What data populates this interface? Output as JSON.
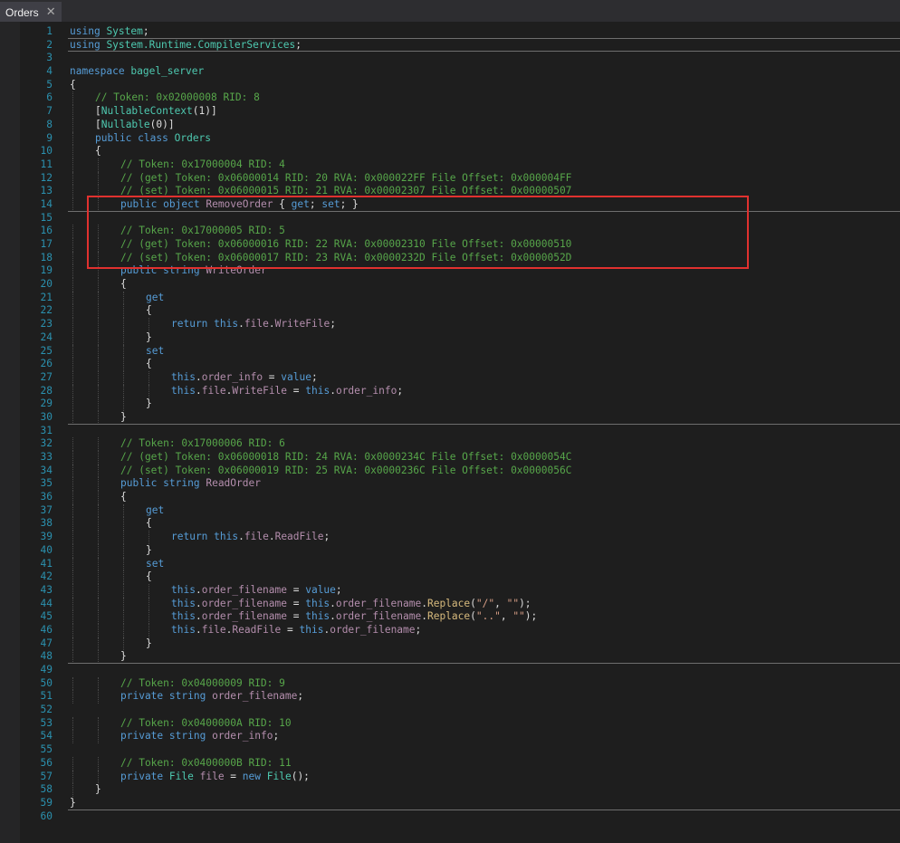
{
  "tab": {
    "title": "Orders",
    "close_glyph": "✕"
  },
  "colors": {
    "background": "#1e1e1e",
    "line_number": "#2b91af",
    "keyword": "#569cd6",
    "comment": "#57a64a",
    "type": "#4ec9b0",
    "member": "#c8a0dc",
    "string": "#d69d85",
    "highlight_box": "#e0312f"
  },
  "highlight": {
    "from_line": 14,
    "to_line": 18
  },
  "separators_after_lines": [
    1,
    2,
    14,
    30,
    48,
    59
  ],
  "lines": [
    {
      "n": "1",
      "indent": 0,
      "tokens": [
        [
          "kw",
          "using"
        ],
        [
          "pl",
          " "
        ],
        [
          "ty",
          "System"
        ],
        [
          "pl",
          ";"
        ]
      ]
    },
    {
      "n": "2",
      "indent": 0,
      "tokens": [
        [
          "kw",
          "using"
        ],
        [
          "pl",
          " "
        ],
        [
          "ty",
          "System.Runtime.CompilerServices"
        ],
        [
          "pl",
          ";"
        ]
      ]
    },
    {
      "n": "3",
      "indent": 0,
      "tokens": []
    },
    {
      "n": "4",
      "indent": 0,
      "tokens": [
        [
          "kw",
          "namespace"
        ],
        [
          "pl",
          " "
        ],
        [
          "ty",
          "bagel_server"
        ]
      ]
    },
    {
      "n": "5",
      "indent": 0,
      "tokens": [
        [
          "pl",
          "{"
        ]
      ]
    },
    {
      "n": "6",
      "indent": 1,
      "tokens": [
        [
          "cm",
          "// Token: 0x02000008 RID: 8"
        ]
      ]
    },
    {
      "n": "7",
      "indent": 1,
      "tokens": [
        [
          "pl",
          "["
        ],
        [
          "ty",
          "NullableContext"
        ],
        [
          "pl",
          "(1)]"
        ]
      ]
    },
    {
      "n": "8",
      "indent": 1,
      "tokens": [
        [
          "pl",
          "["
        ],
        [
          "ty",
          "Nullable"
        ],
        [
          "pl",
          "(0)]"
        ]
      ]
    },
    {
      "n": "9",
      "indent": 1,
      "tokens": [
        [
          "kw",
          "public"
        ],
        [
          "pl",
          " "
        ],
        [
          "kw",
          "class"
        ],
        [
          "pl",
          " "
        ],
        [
          "ty",
          "Orders"
        ]
      ]
    },
    {
      "n": "10",
      "indent": 1,
      "tokens": [
        [
          "pl",
          "{"
        ]
      ]
    },
    {
      "n": "11",
      "indent": 2,
      "tokens": [
        [
          "cm",
          "// Token: 0x17000004 RID: 4"
        ]
      ]
    },
    {
      "n": "12",
      "indent": 2,
      "tokens": [
        [
          "cm",
          "// (get) Token: 0x06000014 RID: 20 RVA: 0x000022FF File Offset: 0x000004FF"
        ]
      ]
    },
    {
      "n": "13",
      "indent": 2,
      "tokens": [
        [
          "cm",
          "// (set) Token: 0x06000015 RID: 21 RVA: 0x00002307 File Offset: 0x00000507"
        ]
      ]
    },
    {
      "n": "14",
      "indent": 2,
      "tokens": [
        [
          "kw",
          "public"
        ],
        [
          "pl",
          " "
        ],
        [
          "kw",
          "object"
        ],
        [
          "pl",
          " "
        ],
        [
          "me",
          "RemoveOrder"
        ],
        [
          "pl",
          " { "
        ],
        [
          "kw",
          "get"
        ],
        [
          "pl",
          "; "
        ],
        [
          "kw",
          "set"
        ],
        [
          "pl",
          "; }"
        ]
      ]
    },
    {
      "n": "15",
      "indent": 0,
      "tokens": []
    },
    {
      "n": "16",
      "indent": 2,
      "tokens": [
        [
          "cm",
          "// Token: 0x17000005 RID: 5"
        ]
      ]
    },
    {
      "n": "17",
      "indent": 2,
      "tokens": [
        [
          "cm",
          "// (get) Token: 0x06000016 RID: 22 RVA: 0x00002310 File Offset: 0x00000510"
        ]
      ]
    },
    {
      "n": "18",
      "indent": 2,
      "tokens": [
        [
          "cm",
          "// (set) Token: 0x06000017 RID: 23 RVA: 0x0000232D File Offset: 0x0000052D"
        ]
      ]
    },
    {
      "n": "19",
      "indent": 2,
      "tokens": [
        [
          "kw",
          "public"
        ],
        [
          "pl",
          " "
        ],
        [
          "kw",
          "string"
        ],
        [
          "pl",
          " "
        ],
        [
          "me",
          "WriteOrder"
        ]
      ]
    },
    {
      "n": "20",
      "indent": 2,
      "tokens": [
        [
          "pl",
          "{"
        ]
      ]
    },
    {
      "n": "21",
      "indent": 3,
      "tokens": [
        [
          "kw",
          "get"
        ]
      ]
    },
    {
      "n": "22",
      "indent": 3,
      "tokens": [
        [
          "pl",
          "{"
        ]
      ]
    },
    {
      "n": "23",
      "indent": 4,
      "tokens": [
        [
          "kw",
          "return"
        ],
        [
          "pl",
          " "
        ],
        [
          "kw",
          "this"
        ],
        [
          "pl",
          "."
        ],
        [
          "me",
          "file"
        ],
        [
          "pl",
          "."
        ],
        [
          "me",
          "WriteFile"
        ],
        [
          "pl",
          ";"
        ]
      ]
    },
    {
      "n": "24",
      "indent": 3,
      "tokens": [
        [
          "pl",
          "}"
        ]
      ]
    },
    {
      "n": "25",
      "indent": 3,
      "tokens": [
        [
          "kw",
          "set"
        ]
      ]
    },
    {
      "n": "26",
      "indent": 3,
      "tokens": [
        [
          "pl",
          "{"
        ]
      ]
    },
    {
      "n": "27",
      "indent": 4,
      "tokens": [
        [
          "kw",
          "this"
        ],
        [
          "pl",
          "."
        ],
        [
          "me",
          "order_info"
        ],
        [
          "pl",
          " = "
        ],
        [
          "kw",
          "value"
        ],
        [
          "pl",
          ";"
        ]
      ]
    },
    {
      "n": "28",
      "indent": 4,
      "tokens": [
        [
          "kw",
          "this"
        ],
        [
          "pl",
          "."
        ],
        [
          "me",
          "file"
        ],
        [
          "pl",
          "."
        ],
        [
          "me",
          "WriteFile"
        ],
        [
          "pl",
          " = "
        ],
        [
          "kw",
          "this"
        ],
        [
          "pl",
          "."
        ],
        [
          "me",
          "order_info"
        ],
        [
          "pl",
          ";"
        ]
      ]
    },
    {
      "n": "29",
      "indent": 3,
      "tokens": [
        [
          "pl",
          "}"
        ]
      ]
    },
    {
      "n": "30",
      "indent": 2,
      "tokens": [
        [
          "pl",
          "}"
        ]
      ]
    },
    {
      "n": "31",
      "indent": 0,
      "tokens": []
    },
    {
      "n": "32",
      "indent": 2,
      "tokens": [
        [
          "cm",
          "// Token: 0x17000006 RID: 6"
        ]
      ]
    },
    {
      "n": "33",
      "indent": 2,
      "tokens": [
        [
          "cm",
          "// (get) Token: 0x06000018 RID: 24 RVA: 0x0000234C File Offset: 0x0000054C"
        ]
      ]
    },
    {
      "n": "34",
      "indent": 2,
      "tokens": [
        [
          "cm",
          "// (set) Token: 0x06000019 RID: 25 RVA: 0x0000236C File Offset: 0x0000056C"
        ]
      ]
    },
    {
      "n": "35",
      "indent": 2,
      "tokens": [
        [
          "kw",
          "public"
        ],
        [
          "pl",
          " "
        ],
        [
          "kw",
          "string"
        ],
        [
          "pl",
          " "
        ],
        [
          "me",
          "ReadOrder"
        ]
      ]
    },
    {
      "n": "36",
      "indent": 2,
      "tokens": [
        [
          "pl",
          "{"
        ]
      ]
    },
    {
      "n": "37",
      "indent": 3,
      "tokens": [
        [
          "kw",
          "get"
        ]
      ]
    },
    {
      "n": "38",
      "indent": 3,
      "tokens": [
        [
          "pl",
          "{"
        ]
      ]
    },
    {
      "n": "39",
      "indent": 4,
      "tokens": [
        [
          "kw",
          "return"
        ],
        [
          "pl",
          " "
        ],
        [
          "kw",
          "this"
        ],
        [
          "pl",
          "."
        ],
        [
          "me",
          "file"
        ],
        [
          "pl",
          "."
        ],
        [
          "me",
          "ReadFile"
        ],
        [
          "pl",
          ";"
        ]
      ]
    },
    {
      "n": "40",
      "indent": 3,
      "tokens": [
        [
          "pl",
          "}"
        ]
      ]
    },
    {
      "n": "41",
      "indent": 3,
      "tokens": [
        [
          "kw",
          "set"
        ]
      ]
    },
    {
      "n": "42",
      "indent": 3,
      "tokens": [
        [
          "pl",
          "{"
        ]
      ]
    },
    {
      "n": "43",
      "indent": 4,
      "tokens": [
        [
          "kw",
          "this"
        ],
        [
          "pl",
          "."
        ],
        [
          "me",
          "order_filename"
        ],
        [
          "pl",
          " = "
        ],
        [
          "kw",
          "value"
        ],
        [
          "pl",
          ";"
        ]
      ]
    },
    {
      "n": "44",
      "indent": 4,
      "tokens": [
        [
          "kw",
          "this"
        ],
        [
          "pl",
          "."
        ],
        [
          "me",
          "order_filename"
        ],
        [
          "pl",
          " = "
        ],
        [
          "kw",
          "this"
        ],
        [
          "pl",
          "."
        ],
        [
          "me",
          "order_filename"
        ],
        [
          "pl",
          "."
        ],
        [
          "mt",
          "Replace"
        ],
        [
          "pl",
          "("
        ],
        [
          "st",
          "\"/\""
        ],
        [
          "pl",
          ", "
        ],
        [
          "st",
          "\"\""
        ],
        [
          "pl",
          ");"
        ]
      ]
    },
    {
      "n": "45",
      "indent": 4,
      "tokens": [
        [
          "kw",
          "this"
        ],
        [
          "pl",
          "."
        ],
        [
          "me",
          "order_filename"
        ],
        [
          "pl",
          " = "
        ],
        [
          "kw",
          "this"
        ],
        [
          "pl",
          "."
        ],
        [
          "me",
          "order_filename"
        ],
        [
          "pl",
          "."
        ],
        [
          "mt",
          "Replace"
        ],
        [
          "pl",
          "("
        ],
        [
          "st",
          "\"..\""
        ],
        [
          "pl",
          ", "
        ],
        [
          "st",
          "\"\""
        ],
        [
          "pl",
          ");"
        ]
      ]
    },
    {
      "n": "46",
      "indent": 4,
      "tokens": [
        [
          "kw",
          "this"
        ],
        [
          "pl",
          "."
        ],
        [
          "me",
          "file"
        ],
        [
          "pl",
          "."
        ],
        [
          "me",
          "ReadFile"
        ],
        [
          "pl",
          " = "
        ],
        [
          "kw",
          "this"
        ],
        [
          "pl",
          "."
        ],
        [
          "me",
          "order_filename"
        ],
        [
          "pl",
          ";"
        ]
      ]
    },
    {
      "n": "47",
      "indent": 3,
      "tokens": [
        [
          "pl",
          "}"
        ]
      ]
    },
    {
      "n": "48",
      "indent": 2,
      "tokens": [
        [
          "pl",
          "}"
        ]
      ]
    },
    {
      "n": "49",
      "indent": 0,
      "tokens": []
    },
    {
      "n": "50",
      "indent": 2,
      "tokens": [
        [
          "cm",
          "// Token: 0x04000009 RID: 9"
        ]
      ]
    },
    {
      "n": "51",
      "indent": 2,
      "tokens": [
        [
          "kw",
          "private"
        ],
        [
          "pl",
          " "
        ],
        [
          "kw",
          "string"
        ],
        [
          "pl",
          " "
        ],
        [
          "me",
          "order_filename"
        ],
        [
          "pl",
          ";"
        ]
      ]
    },
    {
      "n": "52",
      "indent": 0,
      "tokens": []
    },
    {
      "n": "53",
      "indent": 2,
      "tokens": [
        [
          "cm",
          "// Token: 0x0400000A RID: 10"
        ]
      ]
    },
    {
      "n": "54",
      "indent": 2,
      "tokens": [
        [
          "kw",
          "private"
        ],
        [
          "pl",
          " "
        ],
        [
          "kw",
          "string"
        ],
        [
          "pl",
          " "
        ],
        [
          "me",
          "order_info"
        ],
        [
          "pl",
          ";"
        ]
      ]
    },
    {
      "n": "55",
      "indent": 0,
      "tokens": []
    },
    {
      "n": "56",
      "indent": 2,
      "tokens": [
        [
          "cm",
          "// Token: 0x0400000B RID: 11"
        ]
      ]
    },
    {
      "n": "57",
      "indent": 2,
      "tokens": [
        [
          "kw",
          "private"
        ],
        [
          "pl",
          " "
        ],
        [
          "ty",
          "File"
        ],
        [
          "pl",
          " "
        ],
        [
          "me",
          "file"
        ],
        [
          "pl",
          " = "
        ],
        [
          "kw",
          "new"
        ],
        [
          "pl",
          " "
        ],
        [
          "ty",
          "File"
        ],
        [
          "pl",
          "();"
        ]
      ]
    },
    {
      "n": "58",
      "indent": 1,
      "tokens": [
        [
          "pl",
          "}"
        ]
      ]
    },
    {
      "n": "59",
      "indent": 0,
      "tokens": [
        [
          "pl",
          "}"
        ]
      ]
    },
    {
      "n": "60",
      "indent": 0,
      "tokens": []
    }
  ]
}
